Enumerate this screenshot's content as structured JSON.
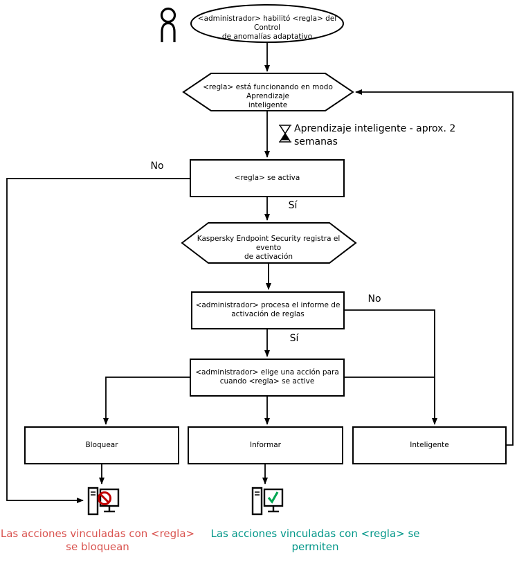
{
  "diagram": {
    "nodes": {
      "start": {
        "lines": [
          "<administrador> habilitó <regla> del Control",
          "de anomalías adaptativo"
        ]
      },
      "learning_mode": {
        "lines": [
          "<regla> está funcionando en modo Aprendizaje",
          "inteligente"
        ]
      },
      "rule_triggers": {
        "label": "<regla> se activa"
      },
      "registers_event": {
        "lines": [
          "Kaspersky Endpoint Security registra el evento",
          "de activación"
        ]
      },
      "processes_report": {
        "lines": [
          "<administrador> procesa el informe de",
          "activación de reglas"
        ]
      },
      "chooses_action": {
        "lines": [
          "<administrador> elige una acción para",
          "cuando <regla> se active"
        ]
      },
      "block": {
        "label": "Bloquear"
      },
      "inform": {
        "label": "Informar"
      },
      "smart": {
        "label": "Inteligente"
      }
    },
    "edges": {
      "no_left": "No",
      "si_activation": "Sí",
      "no_report": "No",
      "si_report": "Sí",
      "learning_duration": {
        "lines": [
          "Aprendizaje inteligente - aprox. 2",
          "semanas"
        ]
      }
    },
    "outcomes": {
      "blocked": {
        "lines": [
          "Las acciones vinculadas con <regla>",
          "se bloquean"
        ]
      },
      "allowed": {
        "lines": [
          "Las acciones vinculadas con <regla> se",
          "permiten"
        ]
      }
    },
    "colors": {
      "stroke": "#000000",
      "blocked_text": "#d9534f",
      "allowed_text": "#009688",
      "prohibition": "#c00000",
      "check": "#00a651"
    }
  }
}
